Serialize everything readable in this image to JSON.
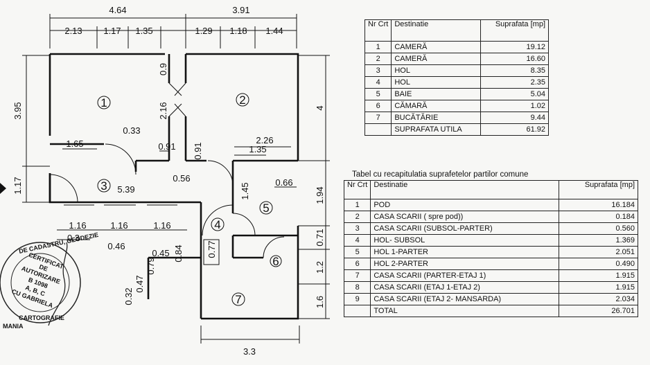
{
  "plan": {
    "dims_top": [
      "4.64",
      "3.91"
    ],
    "dims_top_sub": [
      "2.13",
      "1.17",
      "1.35",
      "1.29",
      "1.18",
      "1.44"
    ],
    "dims_left": [
      "3.95",
      "1.17"
    ],
    "dims_right": [
      "4",
      "1.94",
      "0.71",
      "1.2",
      "1.6"
    ],
    "dims_inner": [
      "0.9",
      "2.16",
      "0.33",
      "1.65",
      "0.91",
      "0.91",
      "2.26",
      "1.35",
      "5.39",
      "0.56",
      "1.45",
      "0.66",
      "1.16",
      "1.16",
      "1.16",
      "0.3",
      "0.46",
      "0.45",
      "0.84",
      "0.77",
      "0.79",
      "0.32",
      "0.47",
      "3.3"
    ],
    "rooms": [
      "1",
      "2",
      "3",
      "4",
      "5",
      "6",
      "7"
    ]
  },
  "stamp": {
    "lines": [
      "CERTIFICAT",
      "DE",
      "AUTORIZARE",
      "B 1098",
      "A, B, C",
      "CU GABRIELA"
    ],
    "ring_top": "DE CADASTRU, GEODEZIE",
    "ring_bottom": "CARTOGRAFIE",
    "ring_left": "MANIA"
  },
  "table1": {
    "headers": {
      "nr": "Nr Crt",
      "dest": "Destinatie",
      "supr": "Suprafata [mp]"
    },
    "rows": [
      {
        "nr": "1",
        "dest": "CAMERĂ",
        "val": "19.12"
      },
      {
        "nr": "2",
        "dest": "CAMERĂ",
        "val": "16.60"
      },
      {
        "nr": "3",
        "dest": "HOL",
        "val": "8.35"
      },
      {
        "nr": "4",
        "dest": "HOL",
        "val": "2.35"
      },
      {
        "nr": "5",
        "dest": "BAIE",
        "val": "5.04"
      },
      {
        "nr": "6",
        "dest": "CĂMARĂ",
        "val": "1.02"
      },
      {
        "nr": "7",
        "dest": "BUCĂTĂRIE",
        "val": "9.44"
      },
      {
        "nr": "",
        "dest": "SUPRAFATA UTILA",
        "val": "61.92"
      }
    ]
  },
  "table2": {
    "title": "Tabel cu recapitulatia suprafetelor partilor comune",
    "headers": {
      "nr": "Nr Crt",
      "dest": "Destinatie",
      "supr": "Suprafata [mp]"
    },
    "rows": [
      {
        "nr": "1",
        "dest": "POD",
        "val": "16.184"
      },
      {
        "nr": "2",
        "dest": "CASA SCARII ( spre pod))",
        "val": "0.184"
      },
      {
        "nr": "3",
        "dest": "CASA SCARII  (SUBSOL-PARTER)",
        "val": "0.560"
      },
      {
        "nr": "4",
        "dest": "HOL- SUBSOL",
        "val": "1.369"
      },
      {
        "nr": "5",
        "dest": "HOL 1-PARTER",
        "val": "2.051"
      },
      {
        "nr": "6",
        "dest": "HOL 2-PARTER",
        "val": "0.490"
      },
      {
        "nr": "7",
        "dest": "CASA SCARII (PARTER-ETAJ 1)",
        "val": "1.915"
      },
      {
        "nr": "8",
        "dest": "CASA SCARII (ETAJ 1-ETAJ 2)",
        "val": "1.915"
      },
      {
        "nr": "9",
        "dest": "CASA SCARII (ETAJ 2- MANSARDA)",
        "val": "2.034"
      },
      {
        "nr": "",
        "dest": "TOTAL",
        "val": "26.701"
      }
    ]
  }
}
